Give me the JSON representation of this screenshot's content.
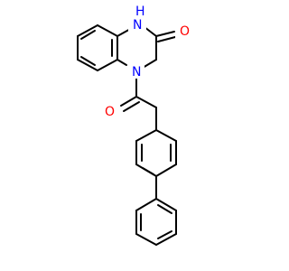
{
  "atoms": {
    "nh": {
      "symbol": "N",
      "hydrogen": "H",
      "color": "#0000ff"
    },
    "n_amide": {
      "symbol": "N",
      "color": "#0000ff"
    },
    "o_lactam": {
      "symbol": "O",
      "color": "#ff0000"
    },
    "o_acyl": {
      "symbol": "O",
      "color": "#ff0000"
    }
  },
  "colors": {
    "bond": "#000000",
    "nitrogen": "#0000ff",
    "oxygen": "#ff0000",
    "background": "#ffffff"
  }
}
